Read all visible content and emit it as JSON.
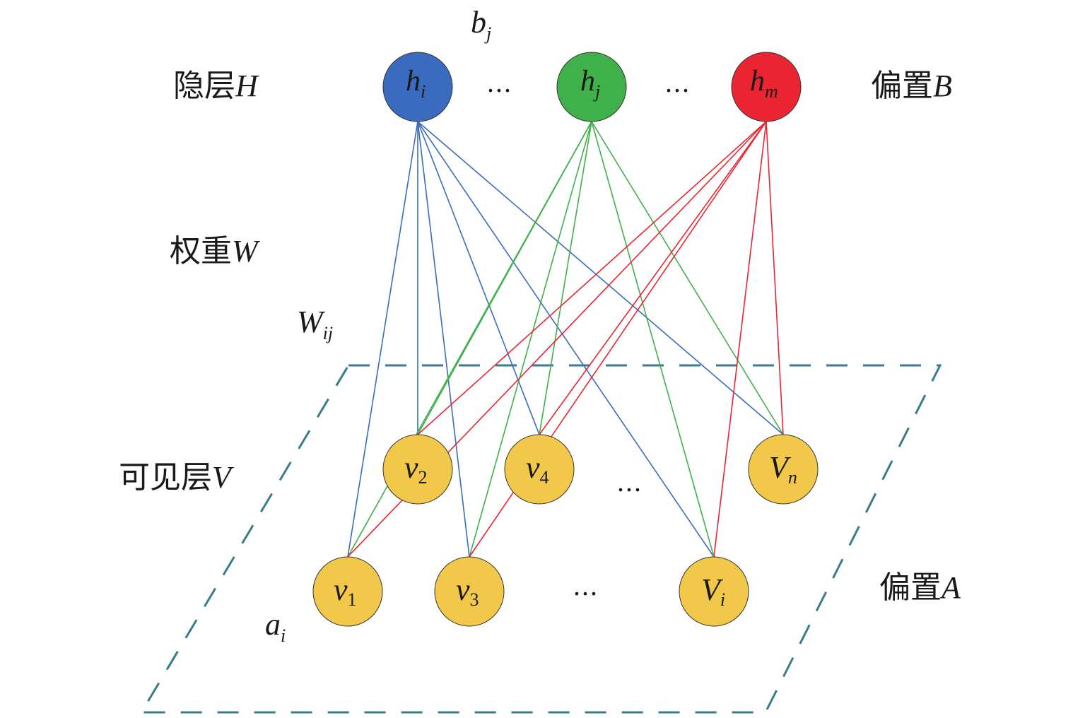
{
  "colors": {
    "hidden_blue": "#3b6bbf",
    "hidden_green": "#3fb04a",
    "hidden_red": "#ea2430",
    "visible_yellow": "#f2c84b",
    "plane_dash": "#3a7b8c",
    "edge_blue": "#3b6bbf",
    "edge_green": "#3fb04a",
    "edge_red": "#ea2430"
  },
  "labels": {
    "hidden_layer_cn": "隐层",
    "hidden_layer_sym": "H",
    "weight_cn": "权重",
    "weight_sym": "W",
    "visible_layer_cn": "可见层",
    "visible_layer_sym": "V",
    "bias_b_cn": "偏置",
    "bias_b_sym": "B",
    "bias_a_cn": "偏置",
    "bias_a_sym": "A",
    "bj_base": "b",
    "bj_sub": "j",
    "wij_base": "W",
    "wij_sub": "ij",
    "ai_base": "a",
    "ai_sub": "i"
  },
  "hidden_nodes": [
    {
      "id": "hi",
      "base": "h",
      "sub": "i",
      "color": "#3b6bbf"
    },
    {
      "id": "hj",
      "base": "h",
      "sub": "j",
      "color": "#3fb04a"
    },
    {
      "id": "hm",
      "base": "h",
      "sub": "m",
      "color": "#ea2430"
    }
  ],
  "visible_nodes": [
    {
      "id": "v2",
      "base": "v",
      "sub": "2"
    },
    {
      "id": "v4",
      "base": "v",
      "sub": "4"
    },
    {
      "id": "Vn",
      "base": "V",
      "sub": "n"
    },
    {
      "id": "v1",
      "base": "v",
      "sub": "1"
    },
    {
      "id": "v3",
      "base": "v",
      "sub": "3"
    },
    {
      "id": "Vi",
      "base": "V",
      "sub": "i"
    }
  ],
  "ellipses": [
    "…",
    "…",
    "…",
    "…"
  ],
  "connections": [
    {
      "from": "hi",
      "to": [
        "v1",
        "v2",
        "v3",
        "v4",
        "Vi",
        "Vn"
      ]
    },
    {
      "from": "hj",
      "to": [
        "v1",
        "v2",
        "v3",
        "v4",
        "Vi",
        "Vn"
      ]
    },
    {
      "from": "hm",
      "to": [
        "v1",
        "v2",
        "v3",
        "v4",
        "Vi",
        "Vn"
      ]
    }
  ]
}
